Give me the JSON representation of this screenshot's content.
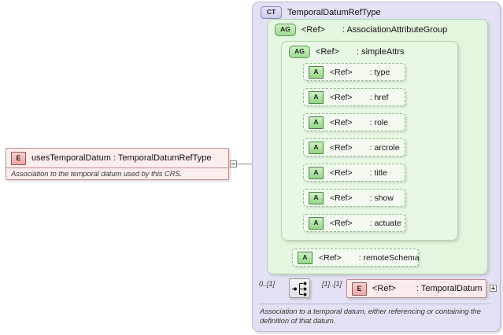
{
  "diagram": {
    "kind": "xsd-schema-diagram",
    "source_element": {
      "badge": "E",
      "title": "usesTemporalDatum : TemporalDatumRefType",
      "documentation": "Association to the temporal datum used by this CRS.",
      "toggle": "collapse-minus"
    },
    "complex_type": {
      "badge": "CT",
      "title": "TemporalDatumRefType",
      "documentation": "Association to a temporal datum, either referencing or containing the definition of that datum."
    },
    "attribute_group_outer": {
      "badge": "AG",
      "ref": "<Ref>",
      "name": ": AssociationAttributeGroup"
    },
    "attribute_group_inner": {
      "badge": "AG",
      "ref": "<Ref>",
      "name": ": simpleAttrs"
    },
    "attributes": [
      {
        "badge": "A",
        "ref": "<Ref>",
        "name": ": type",
        "optional": true
      },
      {
        "badge": "A",
        "ref": "<Ref>",
        "name": ": href",
        "optional": true
      },
      {
        "badge": "A",
        "ref": "<Ref>",
        "name": ": role",
        "optional": true
      },
      {
        "badge": "A",
        "ref": "<Ref>",
        "name": ": arcrole",
        "optional": true
      },
      {
        "badge": "A",
        "ref": "<Ref>",
        "name": ": title",
        "optional": true
      },
      {
        "badge": "A",
        "ref": "<Ref>",
        "name": ": show",
        "optional": true
      },
      {
        "badge": "A",
        "ref": "<Ref>",
        "name": ": actuate",
        "optional": true
      }
    ],
    "remote_schema_attribute": {
      "badge": "A",
      "ref": "<Ref>",
      "name": ": remoteSchema",
      "optional": true
    },
    "compositor": {
      "icon": "choice-icon",
      "cardinality_left": "0..[1]",
      "cardinality_right": "[1]..[1]"
    },
    "element_ref": {
      "badge": "E",
      "ref": "<Ref>",
      "name": ": TemporalDatum",
      "toggle": "expand-plus"
    },
    "colors": {
      "element_fill": "#fdeeee",
      "element_border": "#c08a8a",
      "complex_type_fill": "#e2e2f4",
      "complex_type_border": "#b9b9d8",
      "attribute_group_fill": "#e4f5e0",
      "attribute_group_border": "#b2d6ab",
      "attribute_fill": "#f3fbf1",
      "attribute_border": "#8fbc86",
      "connector": "#8a8a8a",
      "canvas": "#ffffff"
    }
  }
}
